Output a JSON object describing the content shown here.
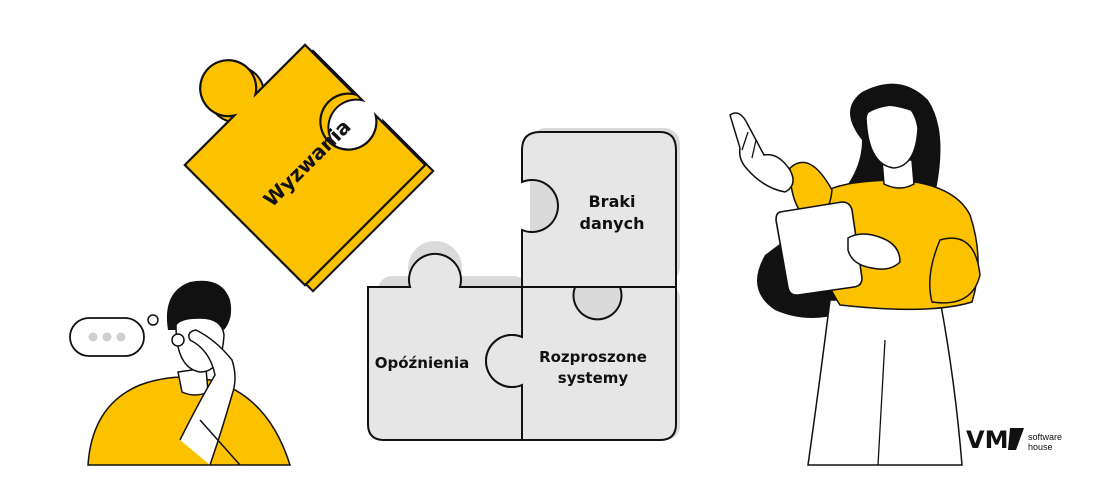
{
  "puzzle": {
    "main_piece": "Wyzwania",
    "pieces": {
      "braki_line1": "Braki",
      "braki_line2": "danych",
      "opoznienia": "Opóźnienia",
      "rozproszone_line1": "Rozproszone",
      "rozproszone_line2": "systemy"
    }
  },
  "logo": {
    "mark": "VM",
    "tagline_line1": "software",
    "tagline_line2": "house"
  },
  "colors": {
    "accent_yellow": "#FCC200",
    "piece_grey": "#E6E6E6",
    "shadow_grey": "#D9D9D9",
    "ink": "#111111"
  },
  "icons": {
    "speech_bubble": "speech-bubble-icon",
    "brand": "vm-logo-icon"
  }
}
